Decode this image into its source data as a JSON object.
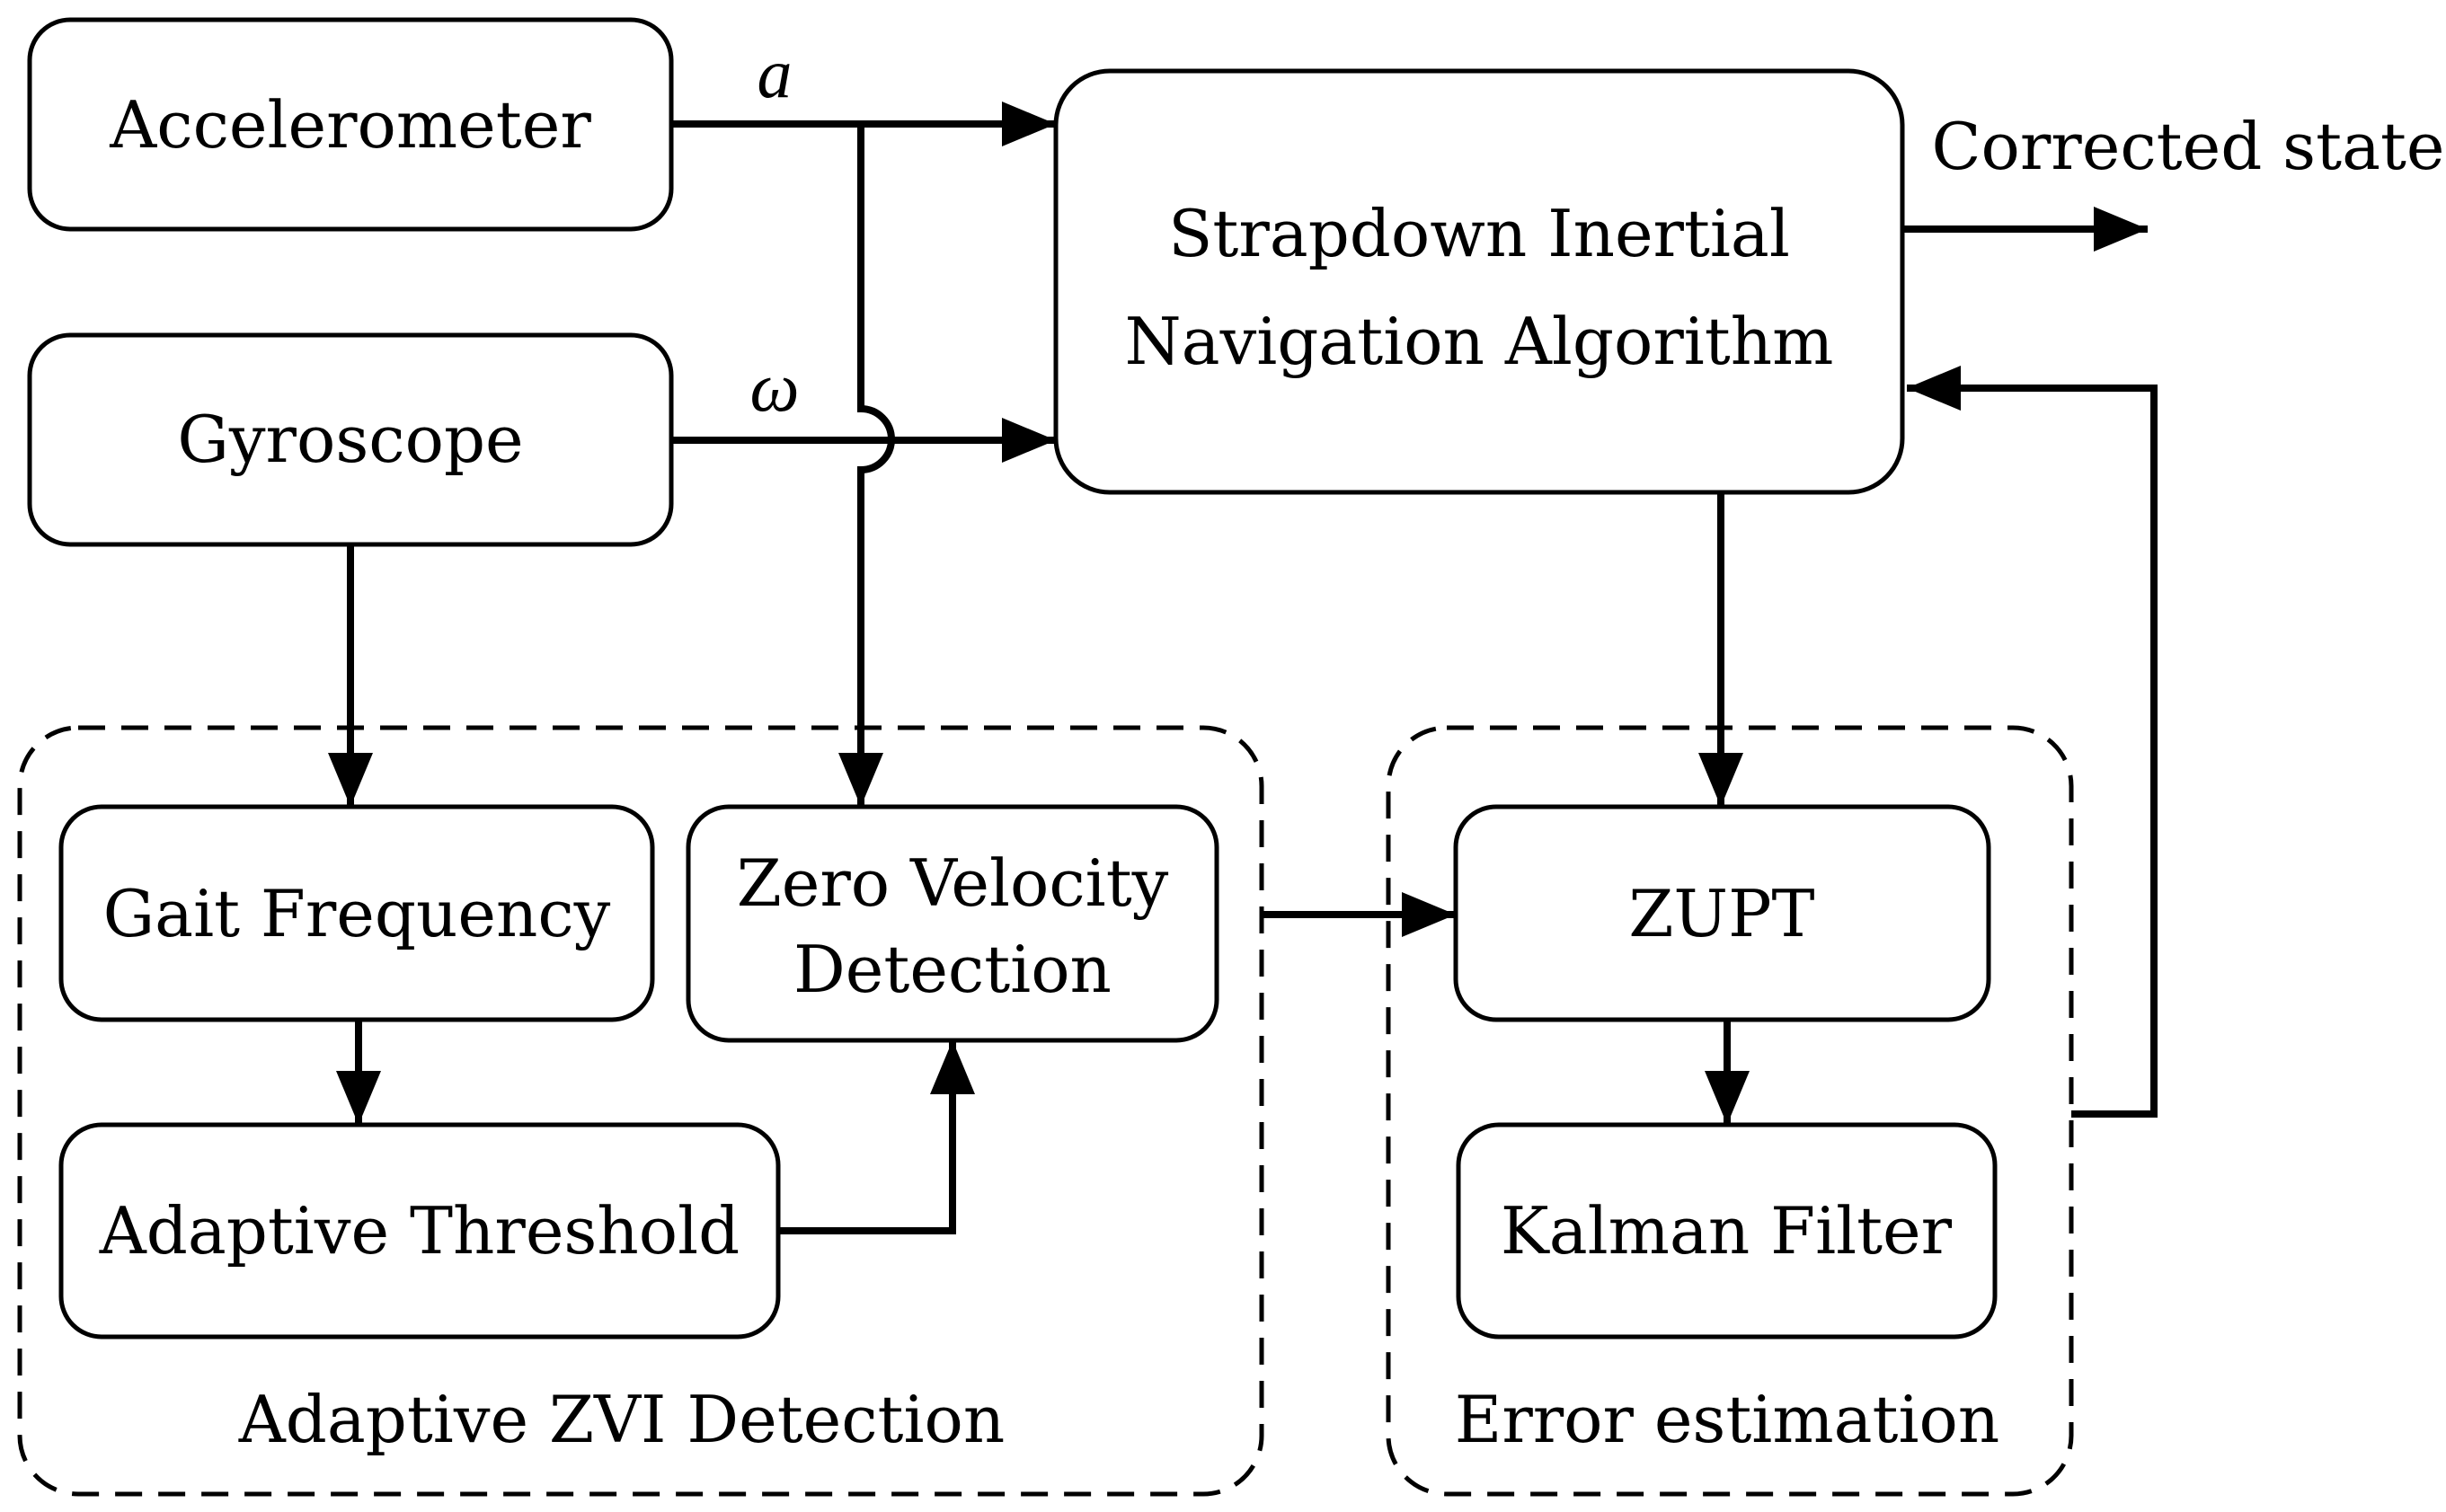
{
  "nodes": {
    "accelerometer": "Accelerometer",
    "gyroscope": "Gyroscope",
    "sins_line1": "Strapdown Inertial",
    "sins_line2": "Navigation Algorithm",
    "gait_frequency": "Gait Frequency",
    "adaptive_threshold": "Adaptive Threshold",
    "zvd_line1": "Zero Velocity",
    "zvd_line2": "Detection",
    "zupt": "ZUPT",
    "kalman_filter": "Kalman Filter"
  },
  "groups": {
    "adaptive_zvi": "Adaptive ZVI Detection",
    "error_estimation": "Error estimation"
  },
  "edges": {
    "accel_symbol": "a",
    "gyro_symbol": "ω",
    "output_label": "Corrected state"
  },
  "colors": {
    "stroke": "#000000",
    "background": "#ffffff"
  }
}
